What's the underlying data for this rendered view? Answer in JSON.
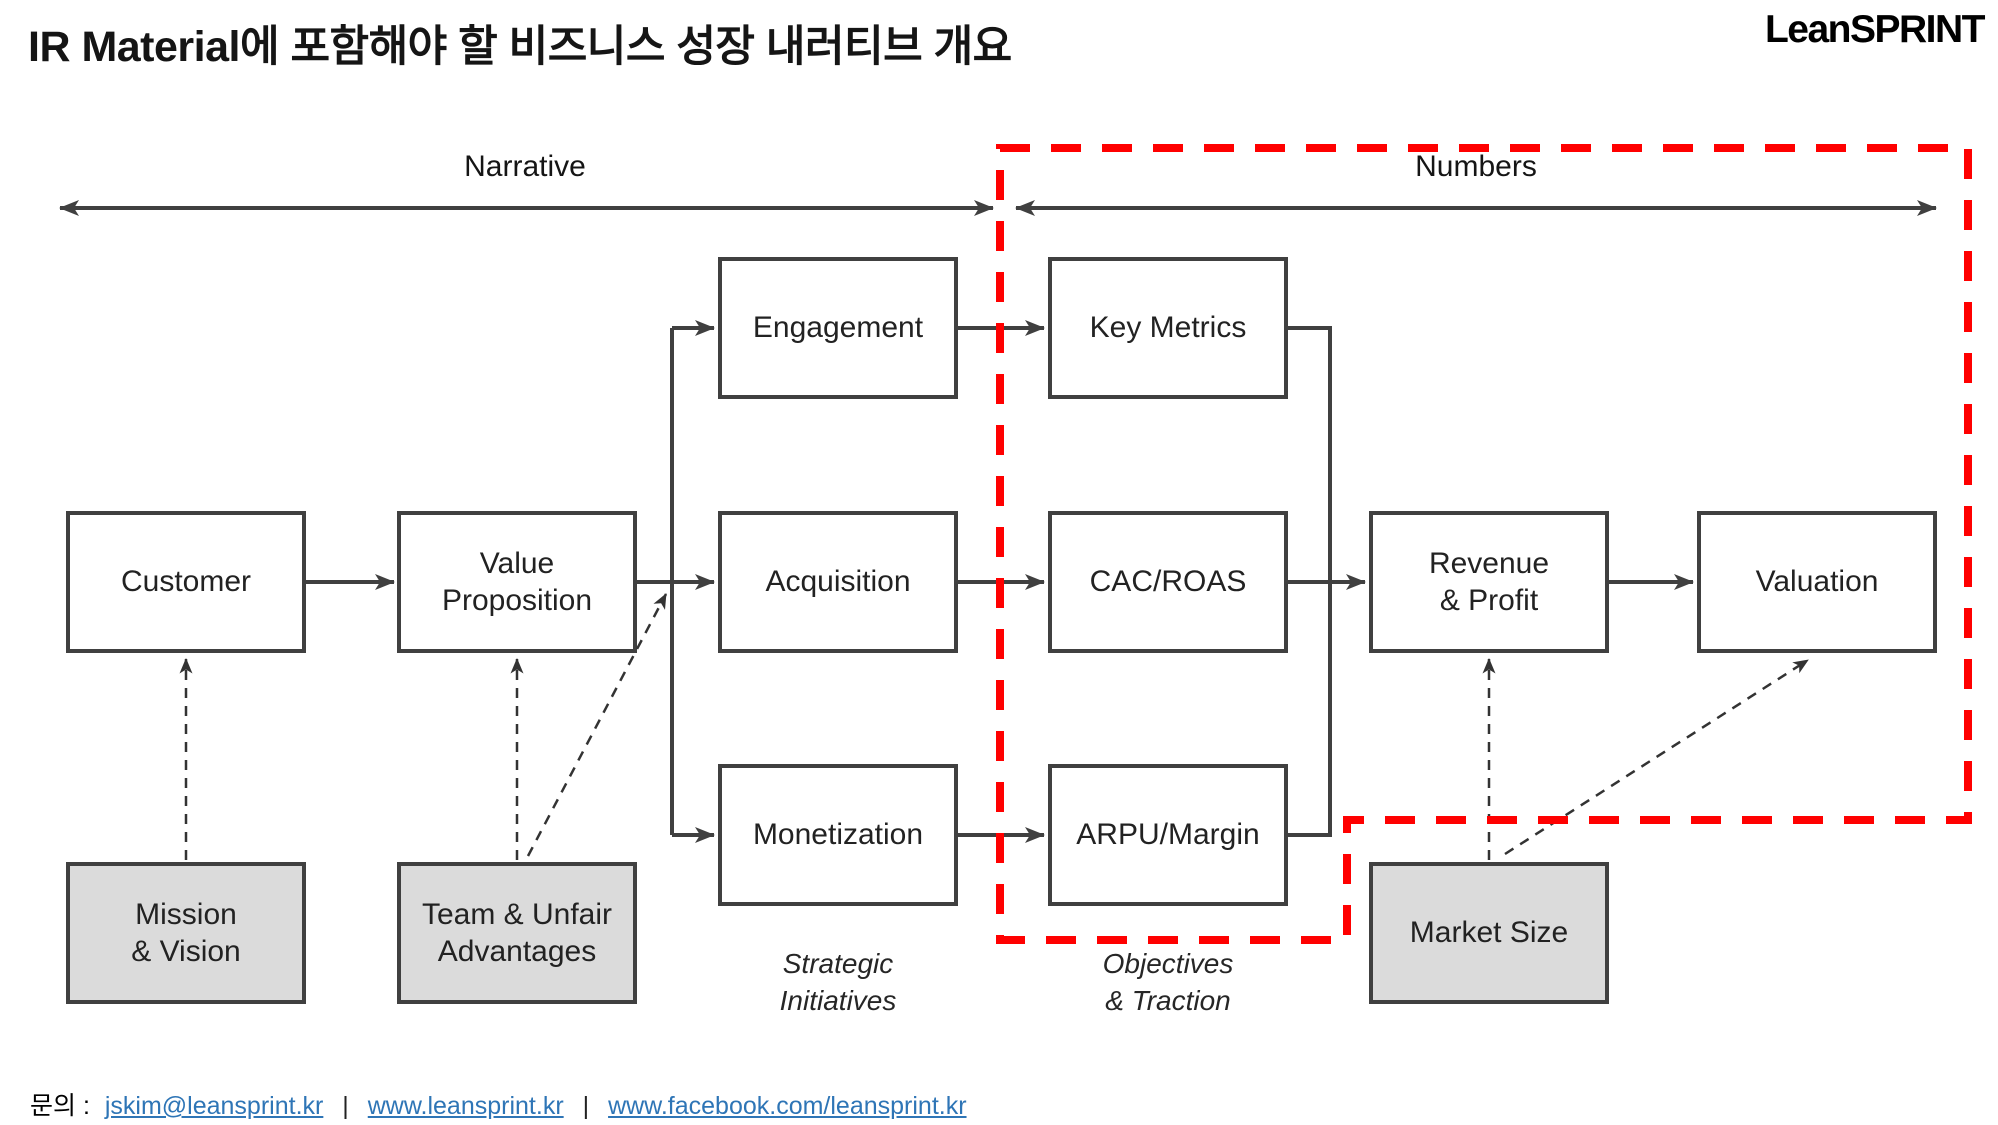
{
  "title": "IR Material에 포함해야 할 비즈니스 성장 내러티브 개요",
  "logo": "LeanSPRINT",
  "sections": {
    "narrative": "Narrative",
    "numbers": "Numbers"
  },
  "nodes": {
    "customer": {
      "label": "Customer"
    },
    "value_proposition": {
      "label": "Value\nProposition"
    },
    "engagement": {
      "label": "Engagement"
    },
    "acquisition": {
      "label": "Acquisition"
    },
    "monetization": {
      "label": "Monetization"
    },
    "key_metrics": {
      "label": "Key Metrics"
    },
    "cac_roas": {
      "label": "CAC/ROAS"
    },
    "arpu_margin": {
      "label": "ARPU/Margin"
    },
    "revenue_profit": {
      "label": "Revenue\n& Profit"
    },
    "valuation": {
      "label": "Valuation"
    },
    "mission_vision": {
      "label": "Mission\n& Vision"
    },
    "team_unfair": {
      "label": "Team & Unfair\nAdvantages"
    },
    "market_size": {
      "label": "Market Size"
    }
  },
  "annotations": {
    "strategic_initiatives": "Strategic\nInitiatives",
    "objectives_traction": "Objectives\n& Traction"
  },
  "footer": {
    "prefix": "문의 :",
    "separator": "|",
    "links": [
      {
        "text": "jskim@leansprint.kr"
      },
      {
        "text": "www.leansprint.kr"
      },
      {
        "text": "www.facebook.com/leansprint.kr"
      }
    ]
  },
  "colors": {
    "accent_red": "#FF0000",
    "line_dark": "#404040",
    "gray_fill": "#DBDBDB",
    "link_blue": "#2E75B6"
  }
}
